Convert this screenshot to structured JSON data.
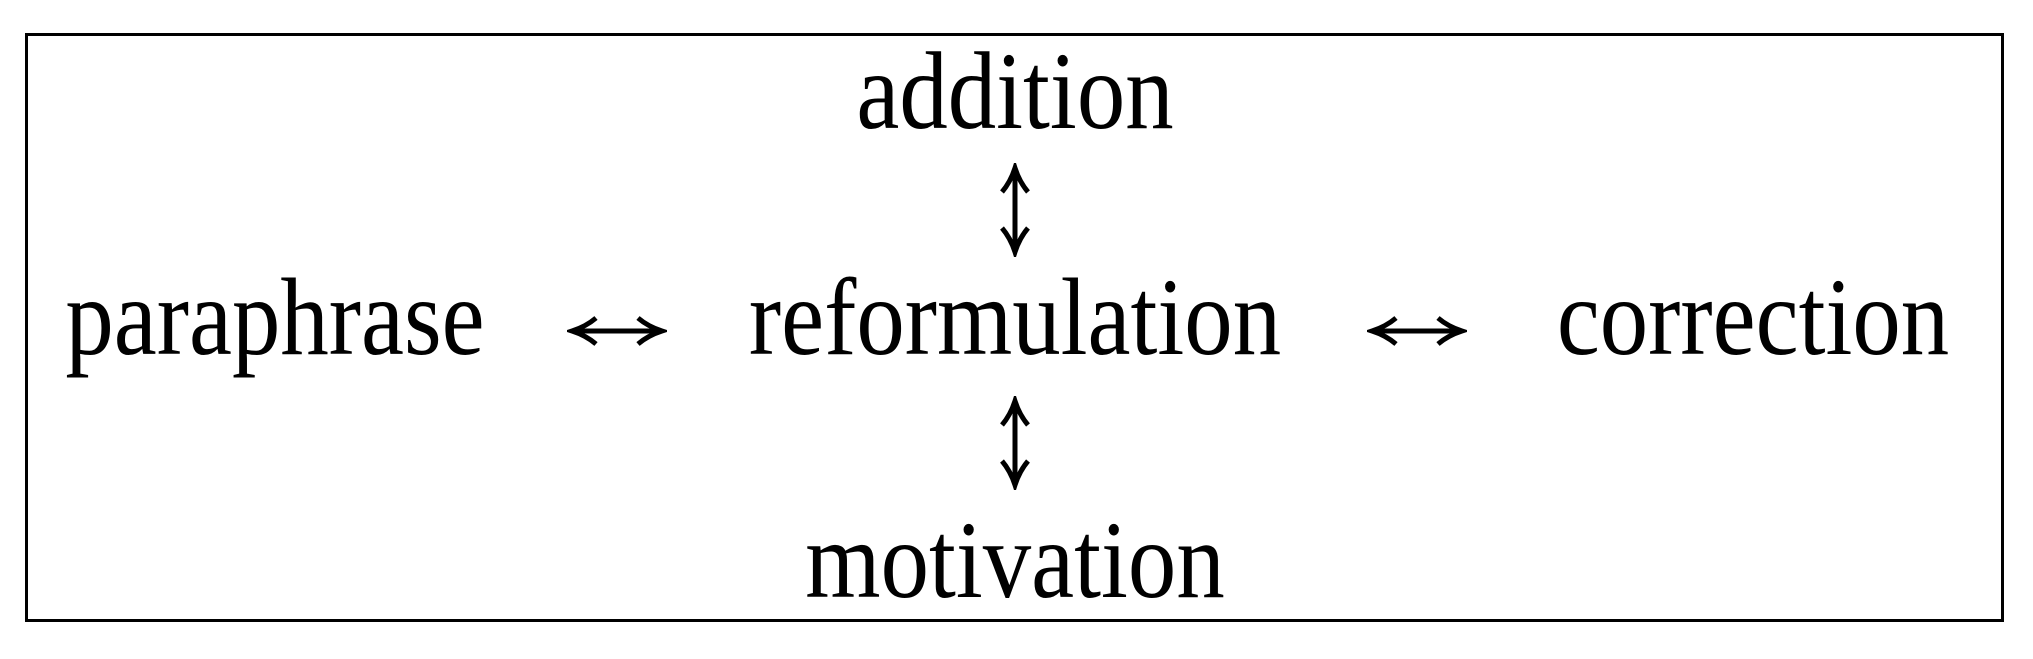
{
  "figure": {
    "background_color": "#ffffff",
    "border_color": "#000000",
    "text_color": "#000000",
    "nodes": {
      "top": "addition",
      "left": "paraphrase",
      "center": "reformulation",
      "right": "correction",
      "bottom": "motivation"
    },
    "icons": {
      "vertical_double_arrow": "↕",
      "horizontal_double_arrow": "↔"
    }
  }
}
